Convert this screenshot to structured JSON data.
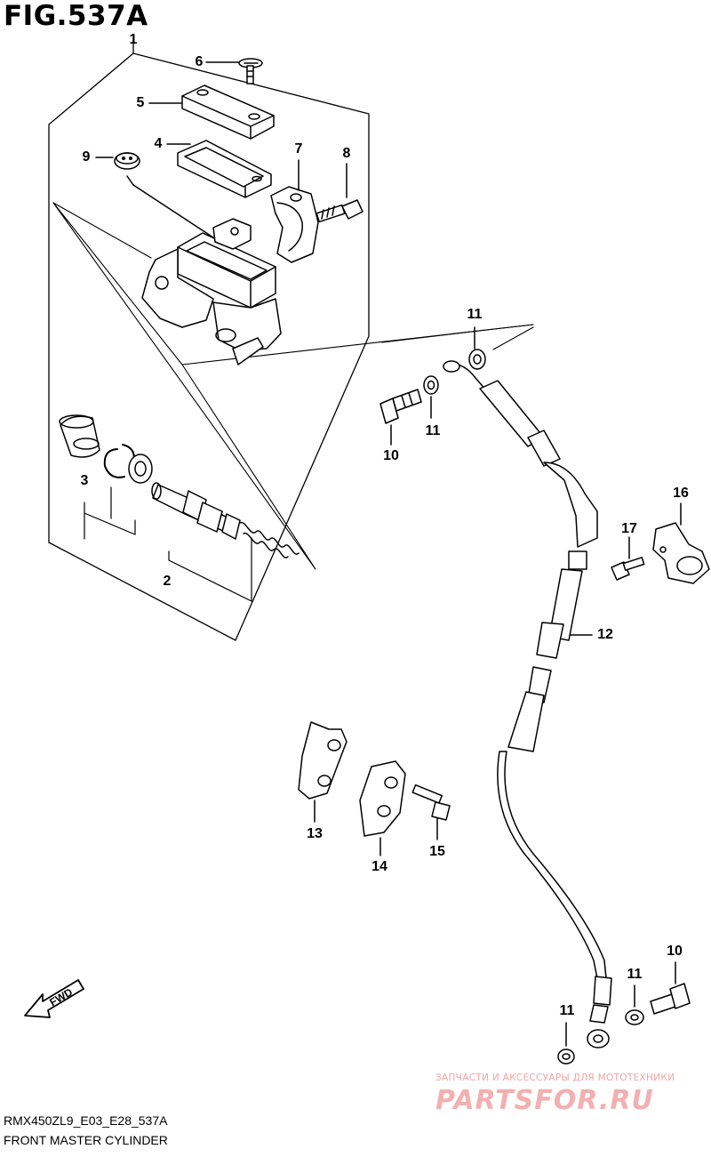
{
  "figure": {
    "title": "FIG.537A",
    "code": "RMX450ZL9_E03_E28_537A",
    "name": "FRONT MASTER CYLINDER"
  },
  "callouts": {
    "c1": "1",
    "c2": "2",
    "c3": "3",
    "c4": "4",
    "c5": "5",
    "c6": "6",
    "c7": "7",
    "c8": "8",
    "c9": "9",
    "c10a": "10",
    "c10b": "10",
    "c11a": "11",
    "c11b": "11",
    "c11c": "11",
    "c11d": "11",
    "c12": "12",
    "c13": "13",
    "c14": "14",
    "c15": "15",
    "c16": "16",
    "c17": "17"
  },
  "fwd_arrow": {
    "label": "FWD"
  },
  "watermark": {
    "tagline": "ЗАПЧАСТИ И АКСЕССУАРЫ ДЛЯ МОТОТЕХНИКИ",
    "logo": "PARTSFOR.RU",
    "color": "#f3b0b0"
  }
}
